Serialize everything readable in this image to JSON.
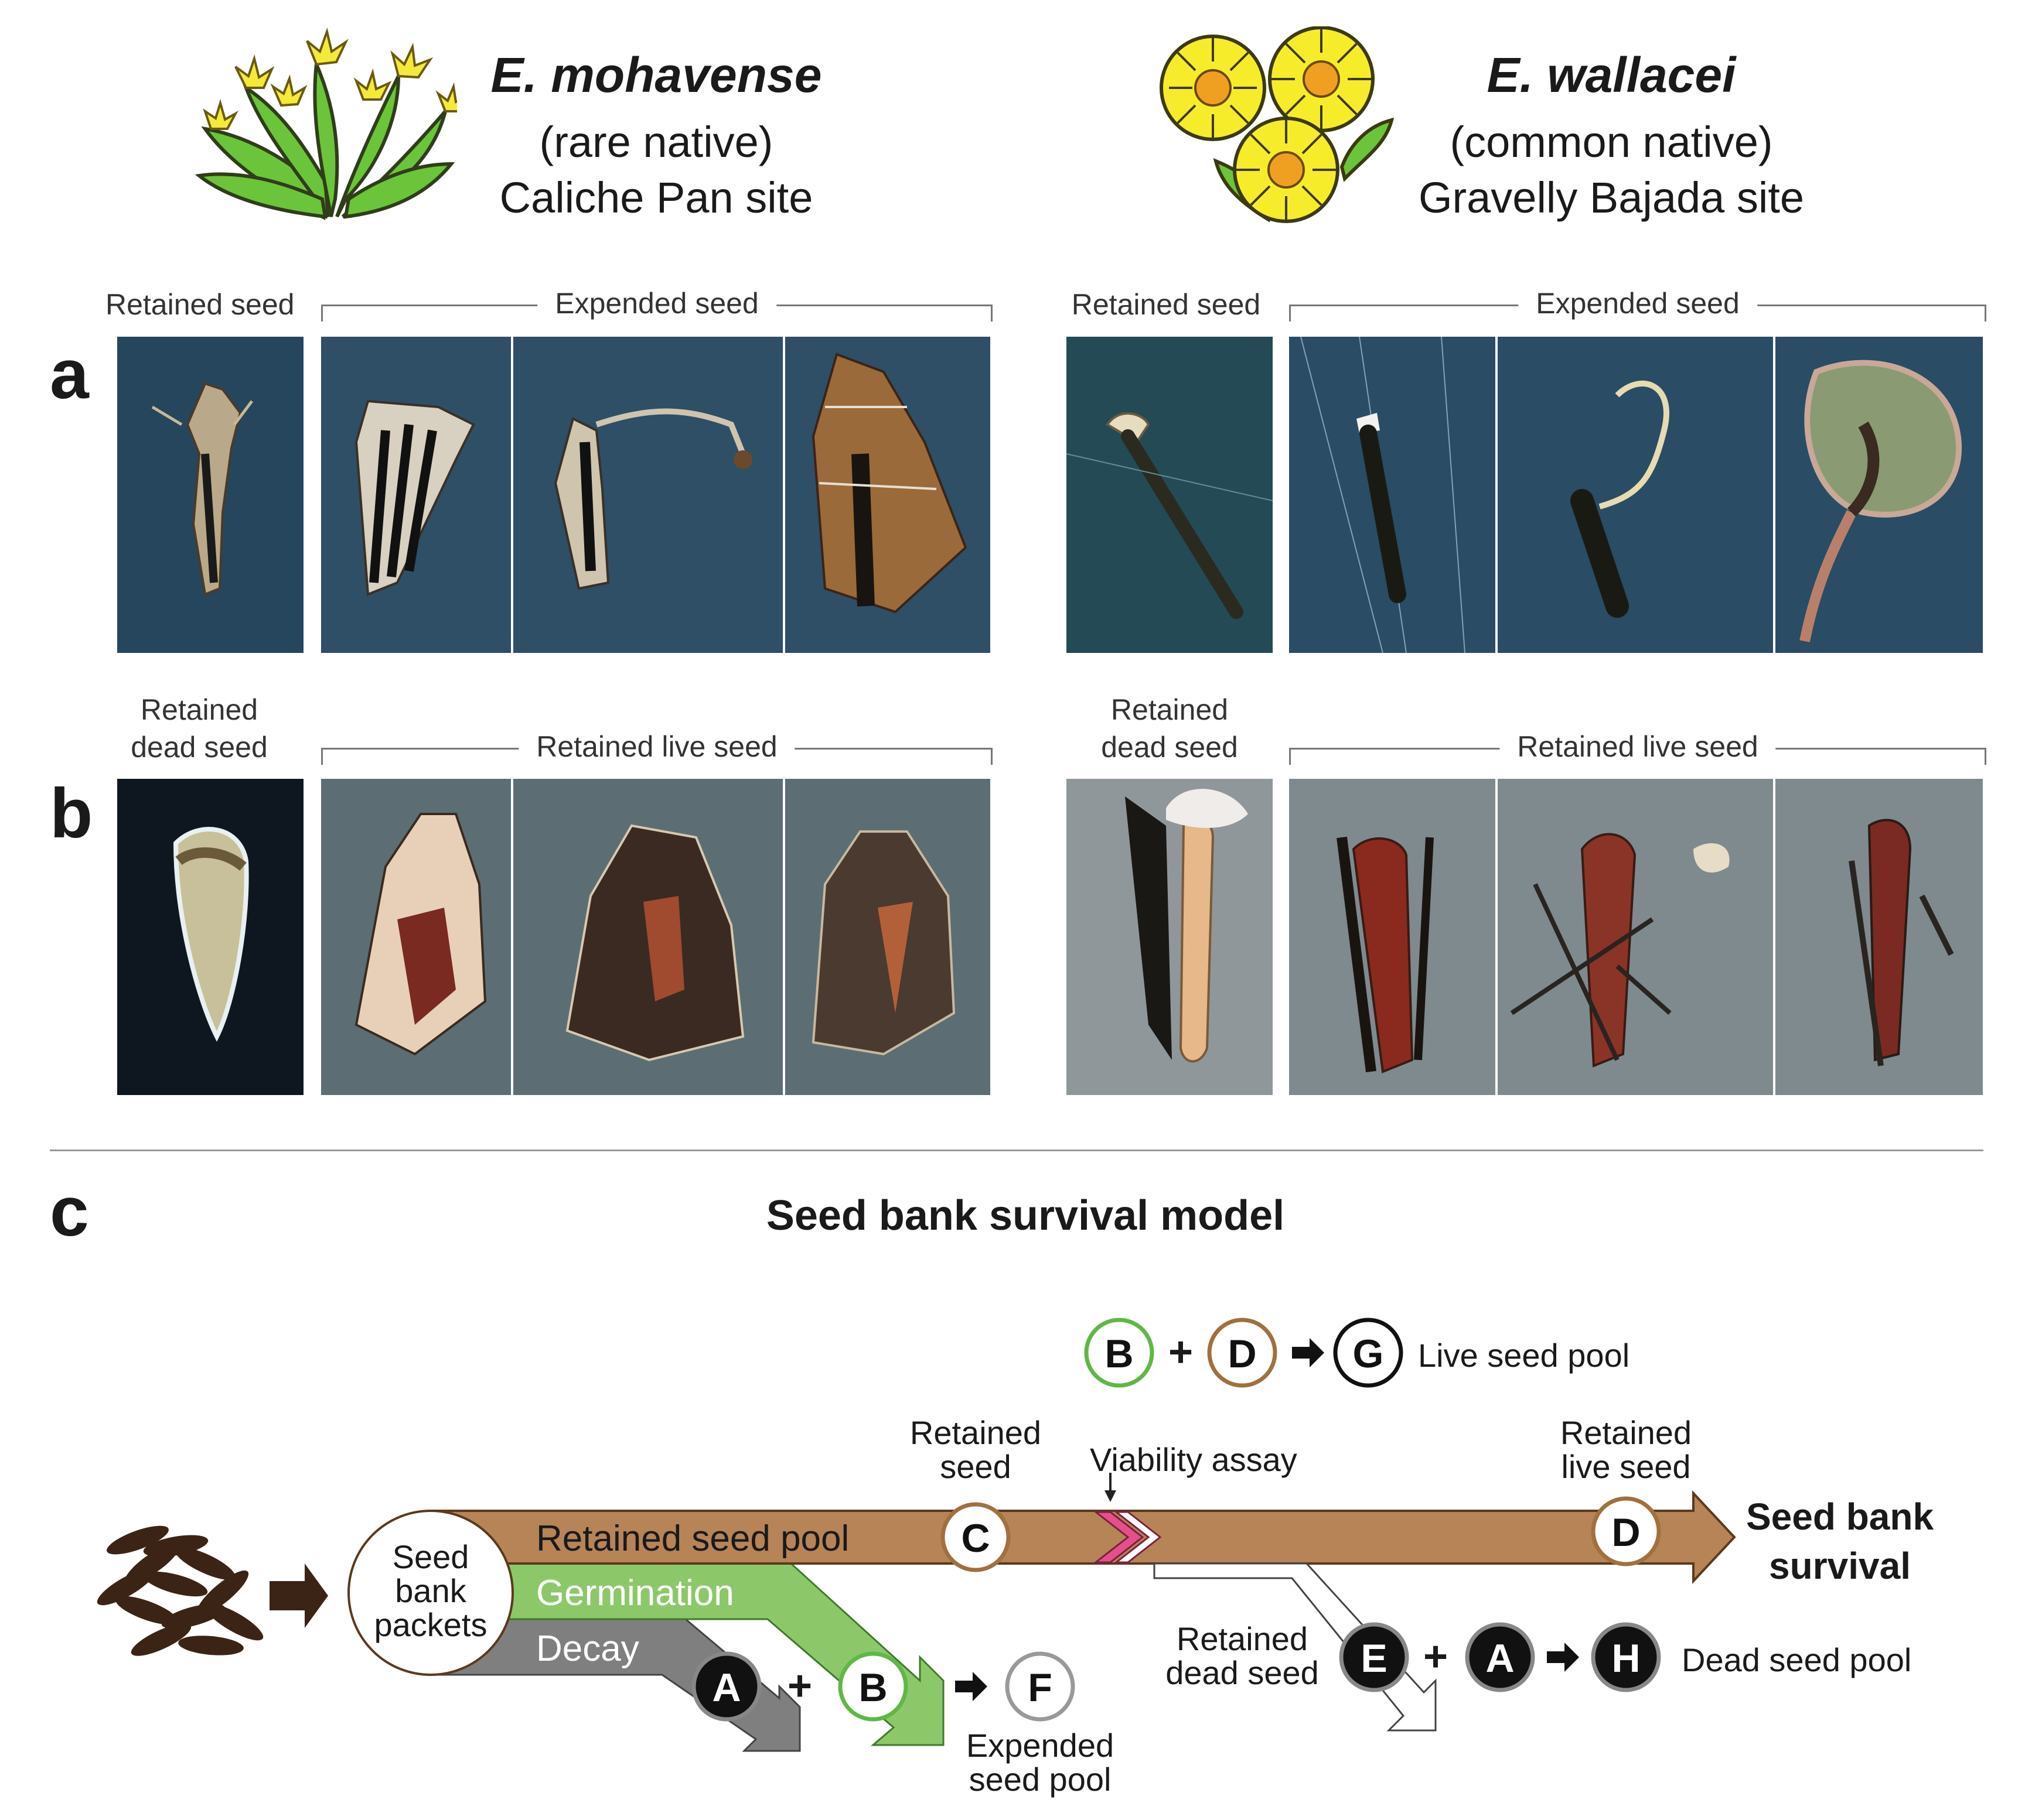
{
  "species": [
    {
      "name": "E. mohavense",
      "status": "(rare native)",
      "site": "Caliche Pan site"
    },
    {
      "name": "E. wallacei",
      "status": "(common native)",
      "site": "Gravelly Bajada site"
    }
  ],
  "panels": {
    "a": {
      "letter": "a",
      "left_single": "Retained seed",
      "left_group": "Expended seed",
      "right_single": "Retained seed",
      "right_group": "Expended seed"
    },
    "b": {
      "letter": "b",
      "left_single_1": "Retained",
      "left_single_2": "dead seed",
      "left_group": "Retained live seed",
      "right_single_1": "Retained",
      "right_single_2": "dead seed",
      "right_group": "Retained live seed"
    },
    "c": {
      "letter": "c",
      "title": "Seed bank survival model"
    }
  },
  "model": {
    "packets": [
      "Seed",
      "bank",
      "packets"
    ],
    "retained_pool": "Retained seed pool",
    "germination": "Germination",
    "decay": "Decay",
    "retained_seed": [
      "Retained",
      "seed"
    ],
    "viability": "Viability assay",
    "retained_live": [
      "Retained",
      "live seed"
    ],
    "survival": [
      "Seed bank",
      "survival"
    ],
    "retained_dead": [
      "Retained",
      "dead seed"
    ],
    "expended_pool": [
      "Expended",
      "seed pool"
    ],
    "live_pool": "Live seed pool",
    "dead_pool": "Dead seed pool",
    "nodes": {
      "A": "A",
      "B": "B",
      "C": "C",
      "D": "D",
      "E": "E",
      "F": "F",
      "G": "G",
      "H": "H"
    },
    "plus": "+"
  },
  "colors": {
    "retained_brown": "#b68457",
    "germination_green": "#8cc86a",
    "decay_gray": "#7f7f7f",
    "green_ring": "#5fb844",
    "brown_ring": "#a0703f",
    "viability_pink": "#e4508a",
    "seed_dark": "#3b2416"
  }
}
